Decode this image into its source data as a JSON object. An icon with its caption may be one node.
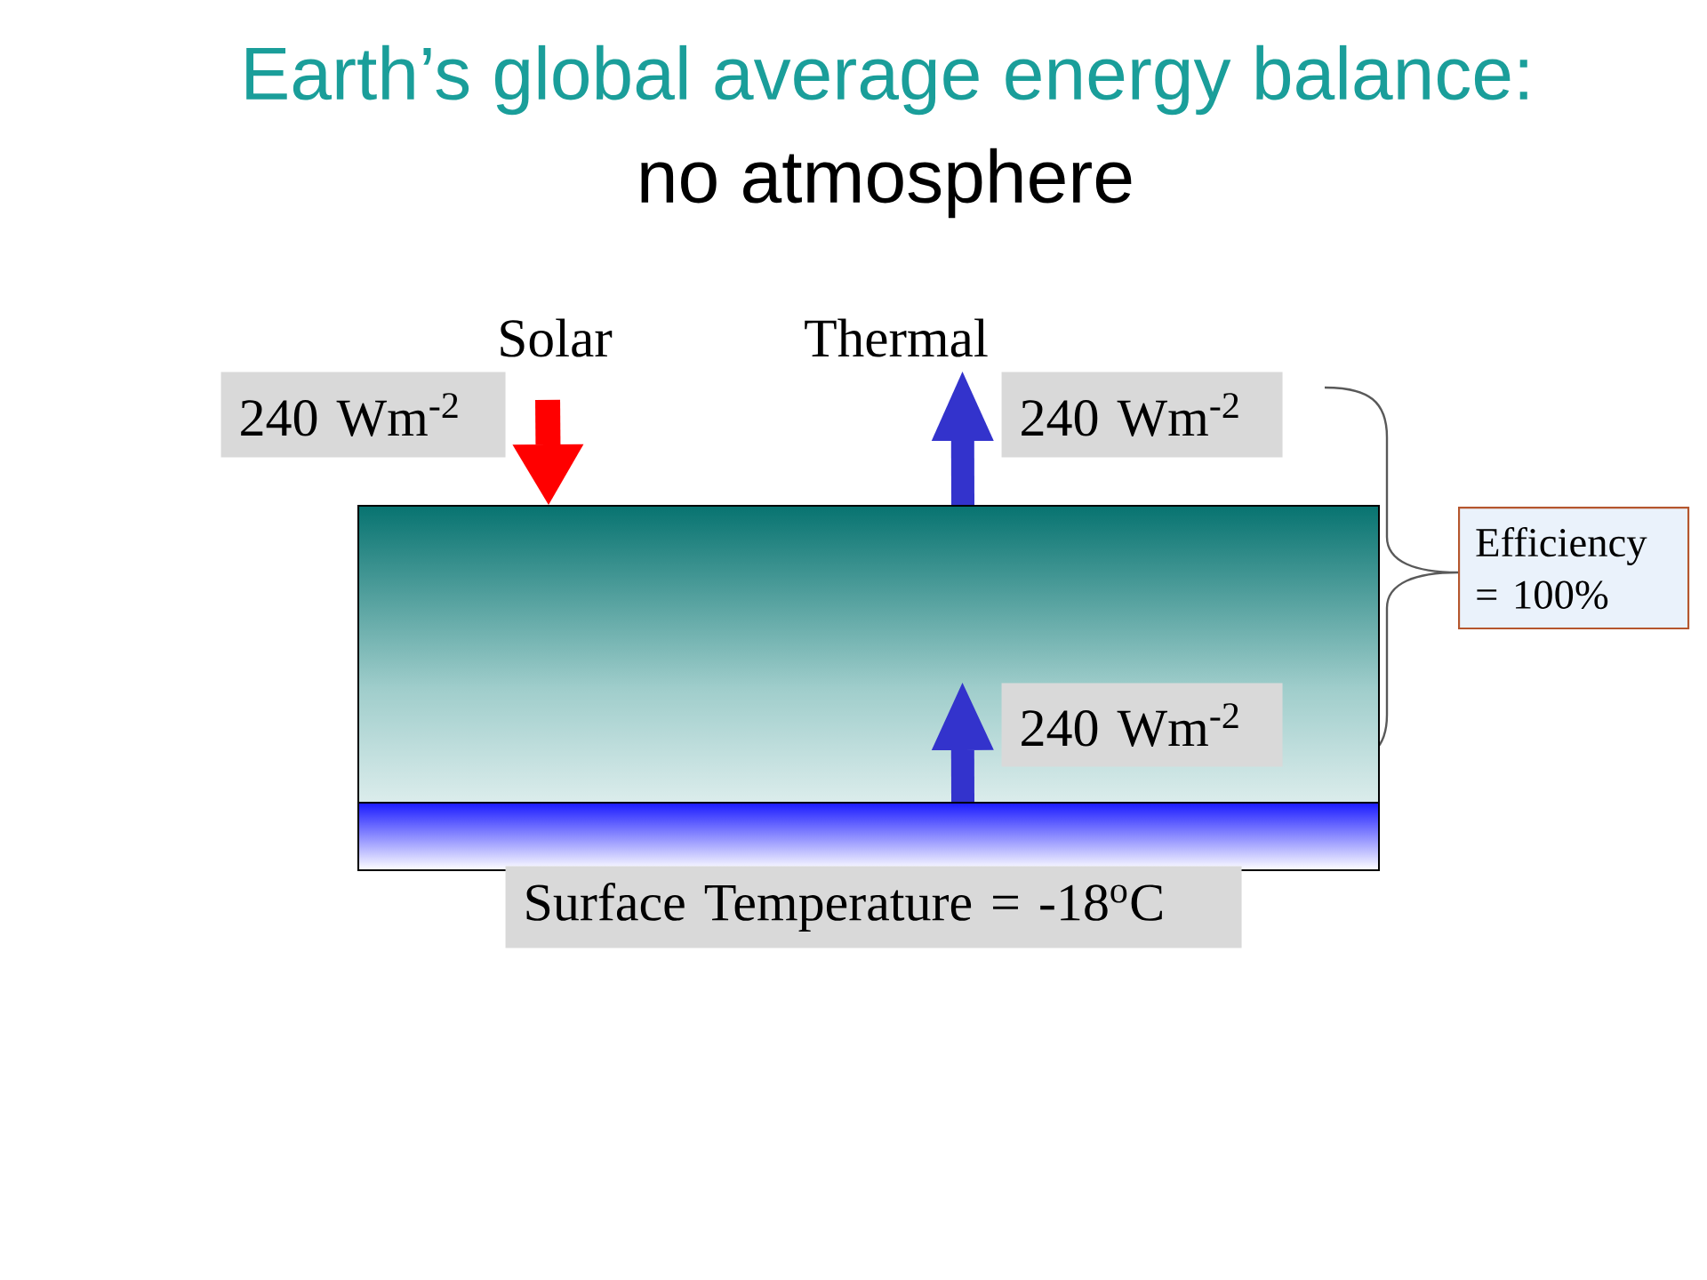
{
  "diagram": {
    "title": "Earth’s global average energy balance:",
    "nodes": [
      {
        "text": [
          "240 Wm$^{-2}$"
        ]
      },
      {
        "text": [
          "240 Wm$^{-2}$"
        ]
      },
      {
        "text": [],
        "shape": "box"
      },
      {
        "text": [
          "Efficiency = 100%"
        ]
      },
      {
        "text": [
          "240 Wm$^{-2}$"
        ],
        "in": 2
      },
      {
        "text": [],
        "shape": "bar",
        "in": 2
      },
      {
        "text": [
          "Surface Temperature = -18$^{o}$C"
        ]
      }
    ],
    "edges": [
      {
        "from": null,
        "to": 2,
        "arrow": "to",
        "color": "#ff0000"
      },
      {
        "from": 2,
        "to": 1,
        "arrow": "to"
      },
      {
        "from": 5,
        "to": 4,
        "arrow": "to"
      }
    ],
    "labels": [
      "no atmosphere",
      "Solar",
      "Thermal"
    ]
  }
}
